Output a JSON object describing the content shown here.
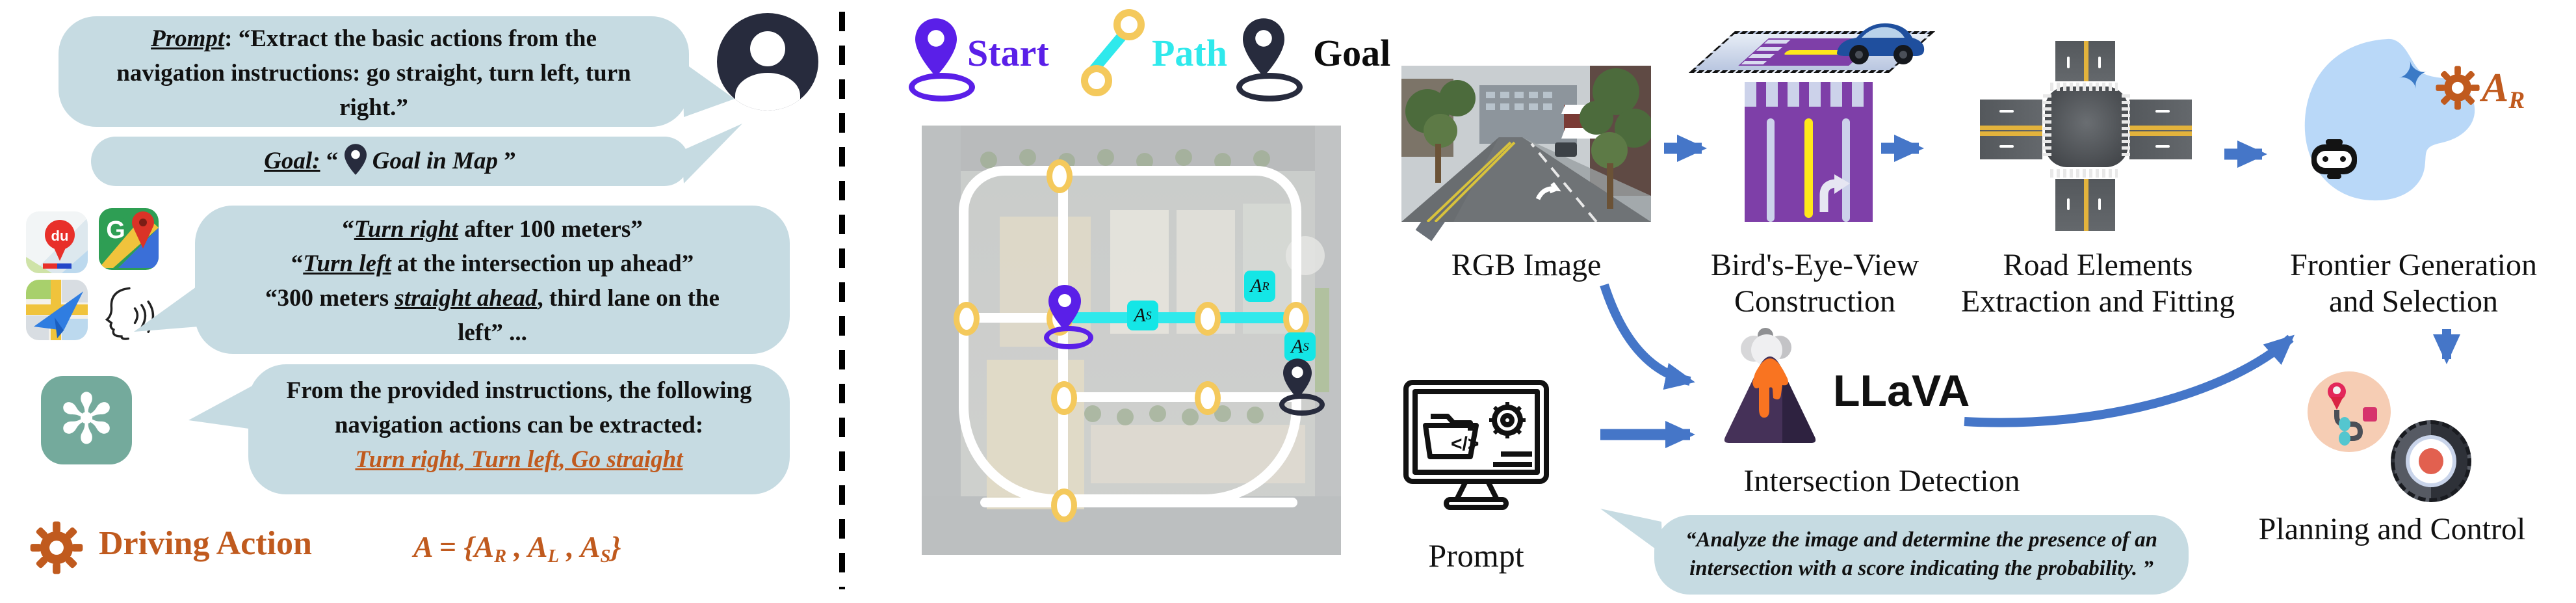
{
  "colors": {
    "bubble_blue": "#c6dbe2",
    "navy": "#272b3d",
    "start_purple": "#5a1fe8",
    "path_cyan": "#2fe9ec",
    "badge_cyan": "#14e6e6",
    "node_yellow": "#f4c95c",
    "action_orange": "#c05a1e",
    "arrow_blue": "#4576c8",
    "chatgpt_green": "#74aa9c",
    "bev_purple": "#7e3fa8",
    "lane_lav": "#ccd2ea",
    "blob_blue": "#b9d8f8",
    "star_blue": "#3b7ac6",
    "wheel_red": "#e2604f"
  },
  "left": {
    "bubble1": {
      "label": "Prompt",
      "colon": ":  ",
      "l1": "“Extract the basic actions from the",
      "l2": "navigation instructions: go straight, turn left, turn",
      "l3": "right.”"
    },
    "bubble2": {
      "label": "Goal:",
      "open_quote": "“ ",
      "pin_text": "Goal in Map",
      "close_quote": " ”"
    },
    "bubble3": {
      "l1_pre": "“",
      "l1_em": "Turn right",
      "l1_post": " after 100 meters”",
      "l2_pre": "“",
      "l2_em": "Turn left",
      "l2_post": " at the intersection up ahead”",
      "l3_pre": "“300 meters ",
      "l3_em": "straight ahead",
      "l3_post": ", third lane on the",
      "l4": "left”  ..."
    },
    "bubble4": {
      "l1": "From the provided instructions, the following",
      "l2": "navigation actions can be extracted:",
      "em": "Turn right, Turn left, Go straight"
    },
    "driving": {
      "label": "Driving Action",
      "formula": {
        "lhs": "A",
        "eq": " = ",
        "open": "{",
        "t1": "A",
        "s1": "R",
        "c1": " , ",
        "t2": "A",
        "s2": "L",
        "c2": " , ",
        "t3": "A",
        "s3": "S",
        "close": "}"
      }
    },
    "chatgpt_glyph": "✻"
  },
  "legend": {
    "start": "Start",
    "path": "Path",
    "goal": "Goal"
  },
  "map": {
    "ar": {
      "base": "A",
      "sub": "R"
    },
    "as1": {
      "base": "A",
      "sub": "S"
    },
    "as2": {
      "base": "A",
      "sub": "S"
    }
  },
  "pipeline": {
    "rgb_label": "RGB Image",
    "bev_label1": "Bird's-Eye-View",
    "bev_label2": "Construction",
    "road_label1": "Road Elements",
    "road_label2": "Extraction and Fitting",
    "frontier_label1": "Frontier Generation",
    "frontier_label2": "and Selection",
    "frontier_badge": {
      "base": "A",
      "sub": "R"
    },
    "prompt_label": "Prompt",
    "llava": "LLaVA",
    "intersection_label": "Intersection Detection",
    "planning_label": "Planning and Control",
    "llava_bubble_l1": "“Analyze the image and determine the presence of an",
    "llava_bubble_l2": "intersection with a score indicating the probability. ”"
  },
  "icons": {
    "star": "✦",
    "baidu_text": "du",
    "google_g": "G"
  }
}
